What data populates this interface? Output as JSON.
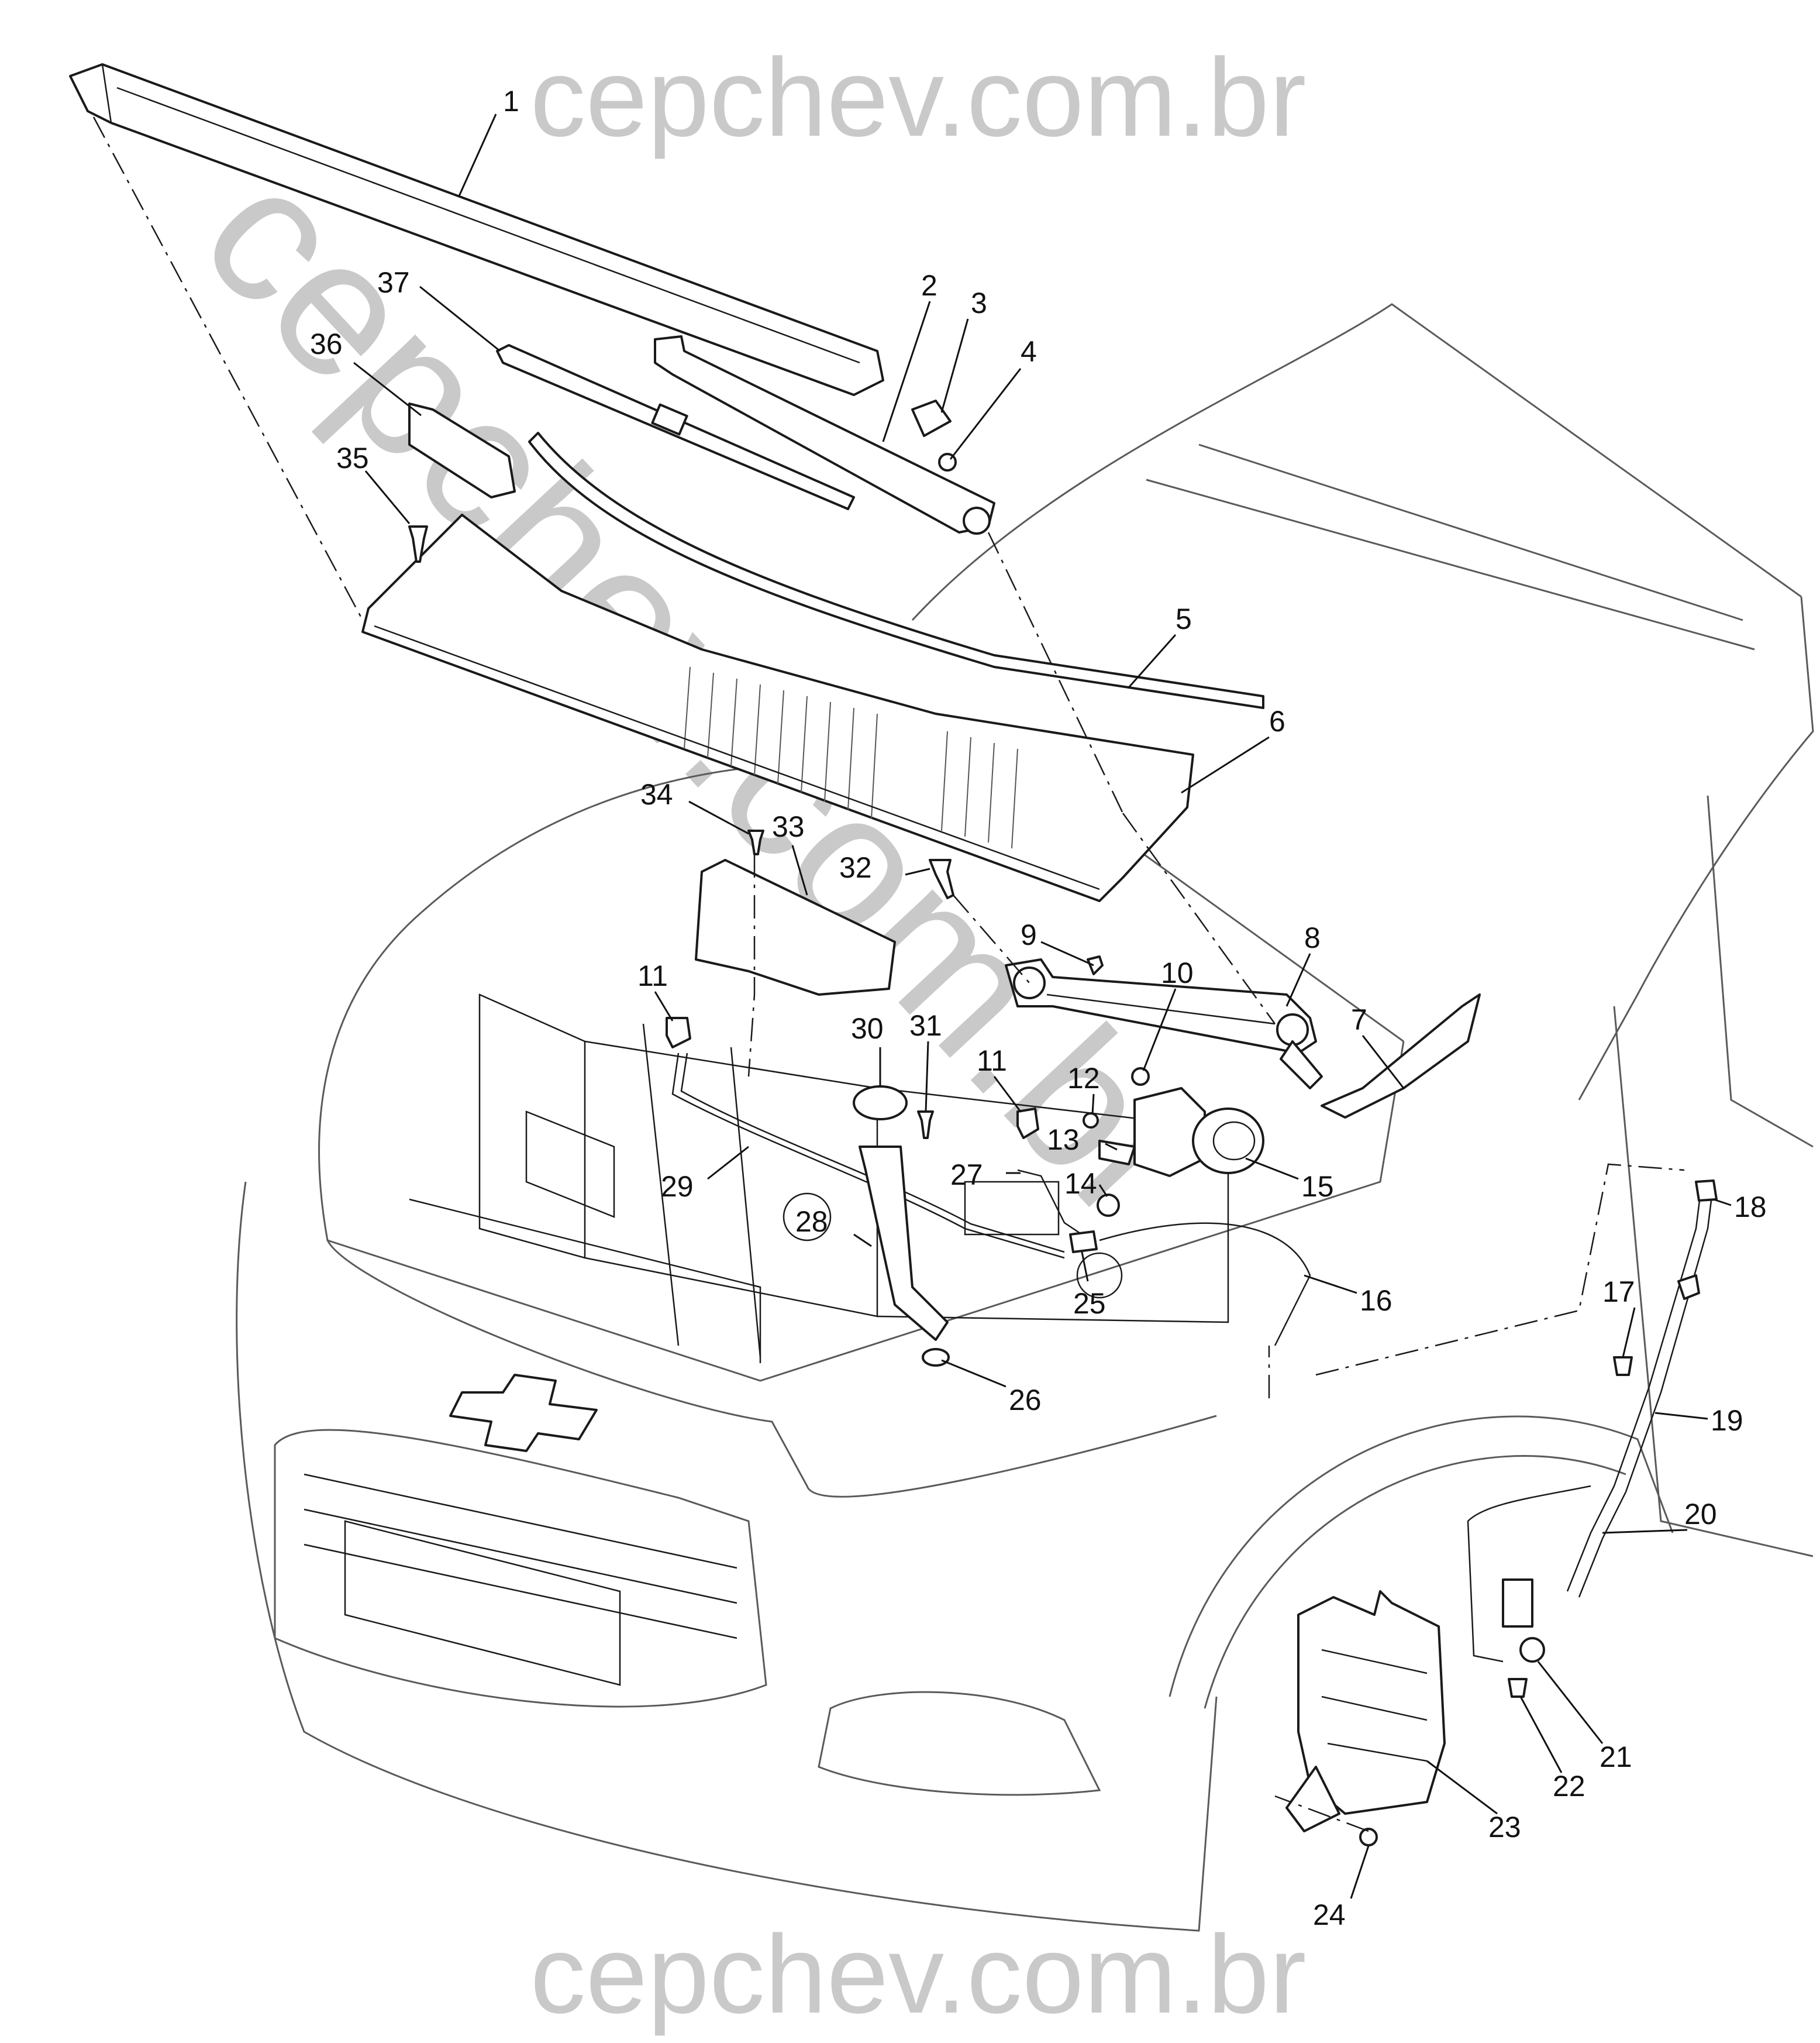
{
  "watermark": {
    "top": "cepchev.com.br",
    "bottom": "cepchev.com.br",
    "diagonal": "cepchev.com.br",
    "color": "#c9c9c9"
  },
  "callouts": [
    {
      "id": "1",
      "label": "1"
    },
    {
      "id": "2",
      "label": "2"
    },
    {
      "id": "3",
      "label": "3"
    },
    {
      "id": "4",
      "label": "4"
    },
    {
      "id": "5",
      "label": "5"
    },
    {
      "id": "6",
      "label": "6"
    },
    {
      "id": "7",
      "label": "7"
    },
    {
      "id": "8",
      "label": "8"
    },
    {
      "id": "9",
      "label": "9"
    },
    {
      "id": "10",
      "label": "10"
    },
    {
      "id": "11a",
      "label": "11"
    },
    {
      "id": "11b",
      "label": "11"
    },
    {
      "id": "12",
      "label": "12"
    },
    {
      "id": "13",
      "label": "13"
    },
    {
      "id": "14",
      "label": "14"
    },
    {
      "id": "15",
      "label": "15"
    },
    {
      "id": "16",
      "label": "16"
    },
    {
      "id": "17",
      "label": "17"
    },
    {
      "id": "18",
      "label": "18"
    },
    {
      "id": "19",
      "label": "19"
    },
    {
      "id": "20",
      "label": "20"
    },
    {
      "id": "21",
      "label": "21"
    },
    {
      "id": "22",
      "label": "22"
    },
    {
      "id": "23",
      "label": "23"
    },
    {
      "id": "24",
      "label": "24"
    },
    {
      "id": "25",
      "label": "25"
    },
    {
      "id": "26",
      "label": "26"
    },
    {
      "id": "27",
      "label": "27"
    },
    {
      "id": "28",
      "label": "28"
    },
    {
      "id": "29",
      "label": "29"
    },
    {
      "id": "30",
      "label": "30"
    },
    {
      "id": "31",
      "label": "31"
    },
    {
      "id": "32",
      "label": "32"
    },
    {
      "id": "33",
      "label": "33"
    },
    {
      "id": "34",
      "label": "34"
    },
    {
      "id": "35",
      "label": "35"
    },
    {
      "id": "36",
      "label": "36"
    },
    {
      "id": "37",
      "label": "37"
    }
  ]
}
